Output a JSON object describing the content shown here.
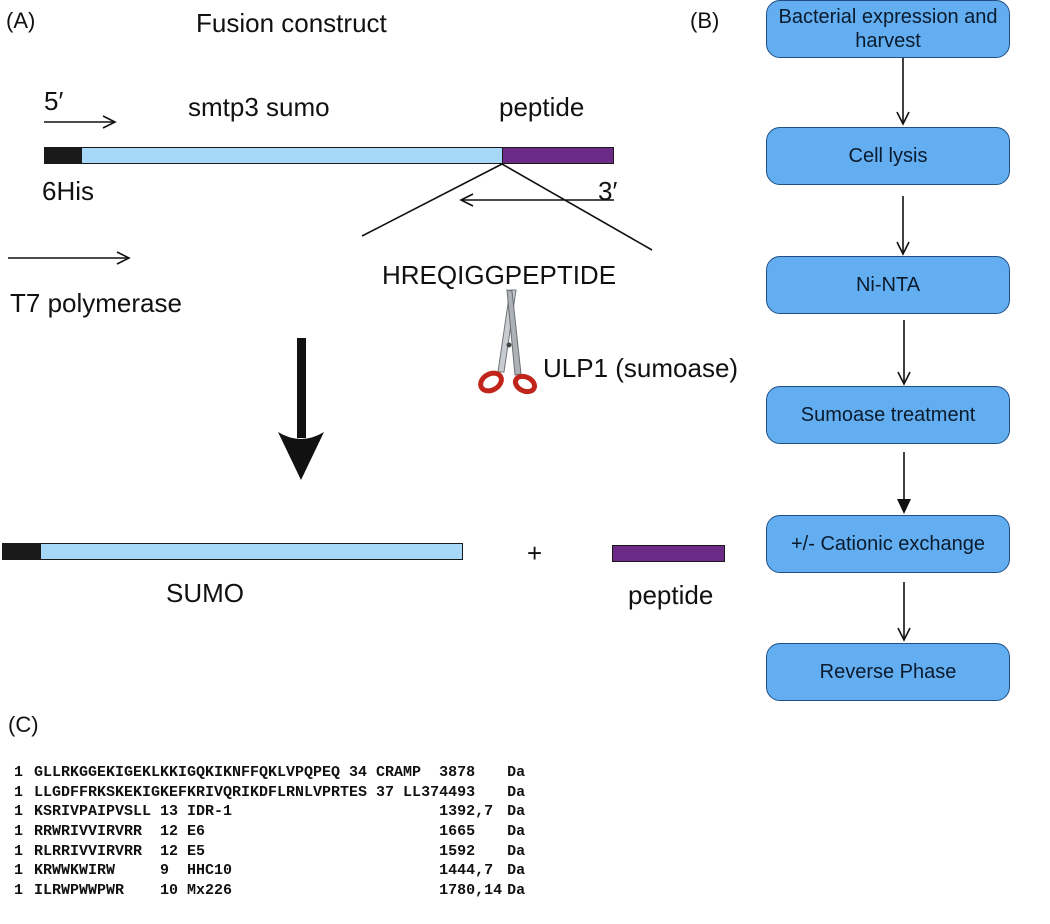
{
  "panel_a": {
    "label": "(A)",
    "title": "Fusion construct",
    "five_prime": "5′",
    "three_prime": "3′",
    "sumo_gene": "smtp3 sumo",
    "peptide_gene": "peptide",
    "his_tag": "6His",
    "cleavage_sequence": "HREQIGGPEPTIDE",
    "polymerase": "T7 polymerase",
    "protease": "ULP1 (sumoase)",
    "product_sumo": "SUMO",
    "plus": "+",
    "product_peptide": "peptide",
    "colors": {
      "his": "#1a1a1a",
      "sumo": "#a7d8f7",
      "peptide": "#6b2a85"
    },
    "icons": [
      "scissors-icon"
    ]
  },
  "panel_b": {
    "label": "(B)",
    "steps": [
      "Bacterial expression and harvest",
      "Cell lysis",
      "Ni-NTA",
      "Sumoase treatment",
      "+/- Cationic exchange",
      "Reverse Phase"
    ],
    "colors": {
      "box_fill": "#63aef0",
      "box_border": "#1f4f86"
    }
  },
  "panel_c": {
    "label": "(C)",
    "rows": [
      {
        "index": "1",
        "sequence": "GLLRKGGEKIGEKLKKIGQKIKNFFQKLVPQPEQ 34 CRAMP",
        "mass": "3878",
        "unit": "Da"
      },
      {
        "index": "1",
        "sequence": "LLGDFFRKSKEKIGKEFKRIVQRIKDFLRNLVPRTES 37 LL37",
        "mass": "4493",
        "unit": "Da"
      },
      {
        "index": "1",
        "sequence": "KSRIVPAIPVSLL 13 IDR-1",
        "mass": "1392,7",
        "unit": "Da"
      },
      {
        "index": "1",
        "sequence": "RRWRIVVIRVRR  12 E6",
        "mass": "1665",
        "unit": "Da"
      },
      {
        "index": "1",
        "sequence": "RLRRIVVIRVRR  12 E5",
        "mass": "1592",
        "unit": "Da"
      },
      {
        "index": "1",
        "sequence": "KRWWKWIRW     9  HHC10",
        "mass": "1444,7",
        "unit": "Da"
      },
      {
        "index": "1",
        "sequence": "ILRWPWWPWR    10 Mx226",
        "mass": "1780,14",
        "unit": "Da"
      }
    ]
  }
}
